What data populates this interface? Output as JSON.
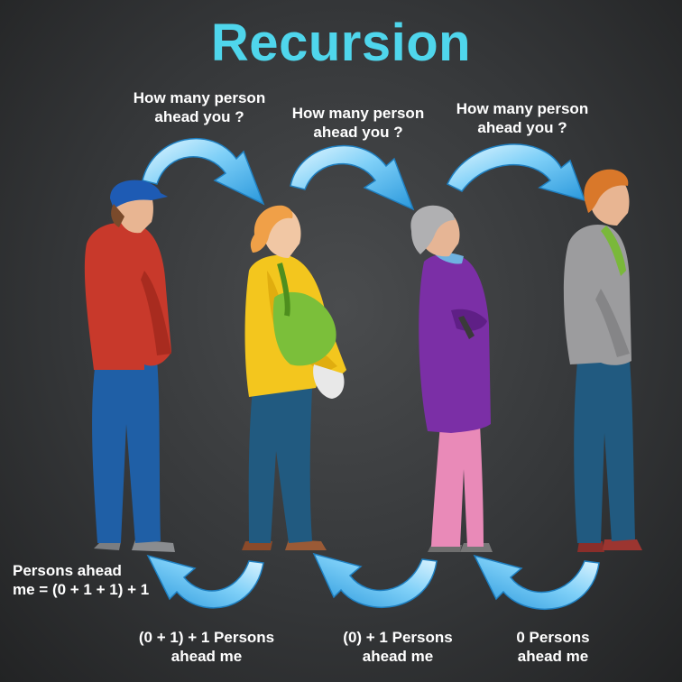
{
  "title": "Recursion",
  "questions": [
    "How many person\nahead you ?",
    "How many person\nahead you ?",
    "How many person\nahead you ?"
  ],
  "answers": [
    "(0 + 1) + 1 Persons\nahead me",
    "(0) + 1 Persons\nahead me",
    "0 Persons\nahead me"
  ],
  "final_answer": "Persons ahead\nme = (0 + 1 + 1) + 1",
  "colors": {
    "title": "#4fd6ec",
    "arrow_light": "#d8f4ff",
    "arrow_dark": "#2a9fe0",
    "label": "#ffffff"
  }
}
